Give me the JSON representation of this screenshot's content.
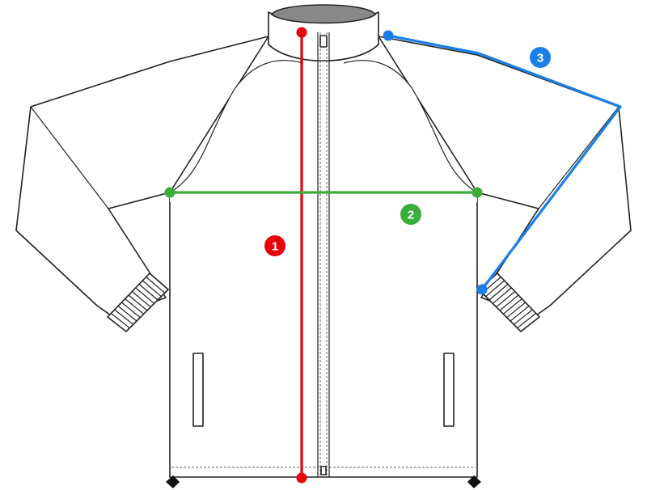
{
  "diagram": {
    "colors": {
      "outline": "#222222",
      "collar_inner": "#888888",
      "length": "#e8000b",
      "chest": "#3aad3a",
      "sleeve": "#1a7fe8"
    },
    "measurements": [
      {
        "id": "length",
        "label": "1",
        "color": "#e8000b"
      },
      {
        "id": "chest",
        "label": "2",
        "color": "#3aad3a"
      },
      {
        "id": "sleeve",
        "label": "3",
        "color": "#1a7fe8"
      }
    ]
  }
}
